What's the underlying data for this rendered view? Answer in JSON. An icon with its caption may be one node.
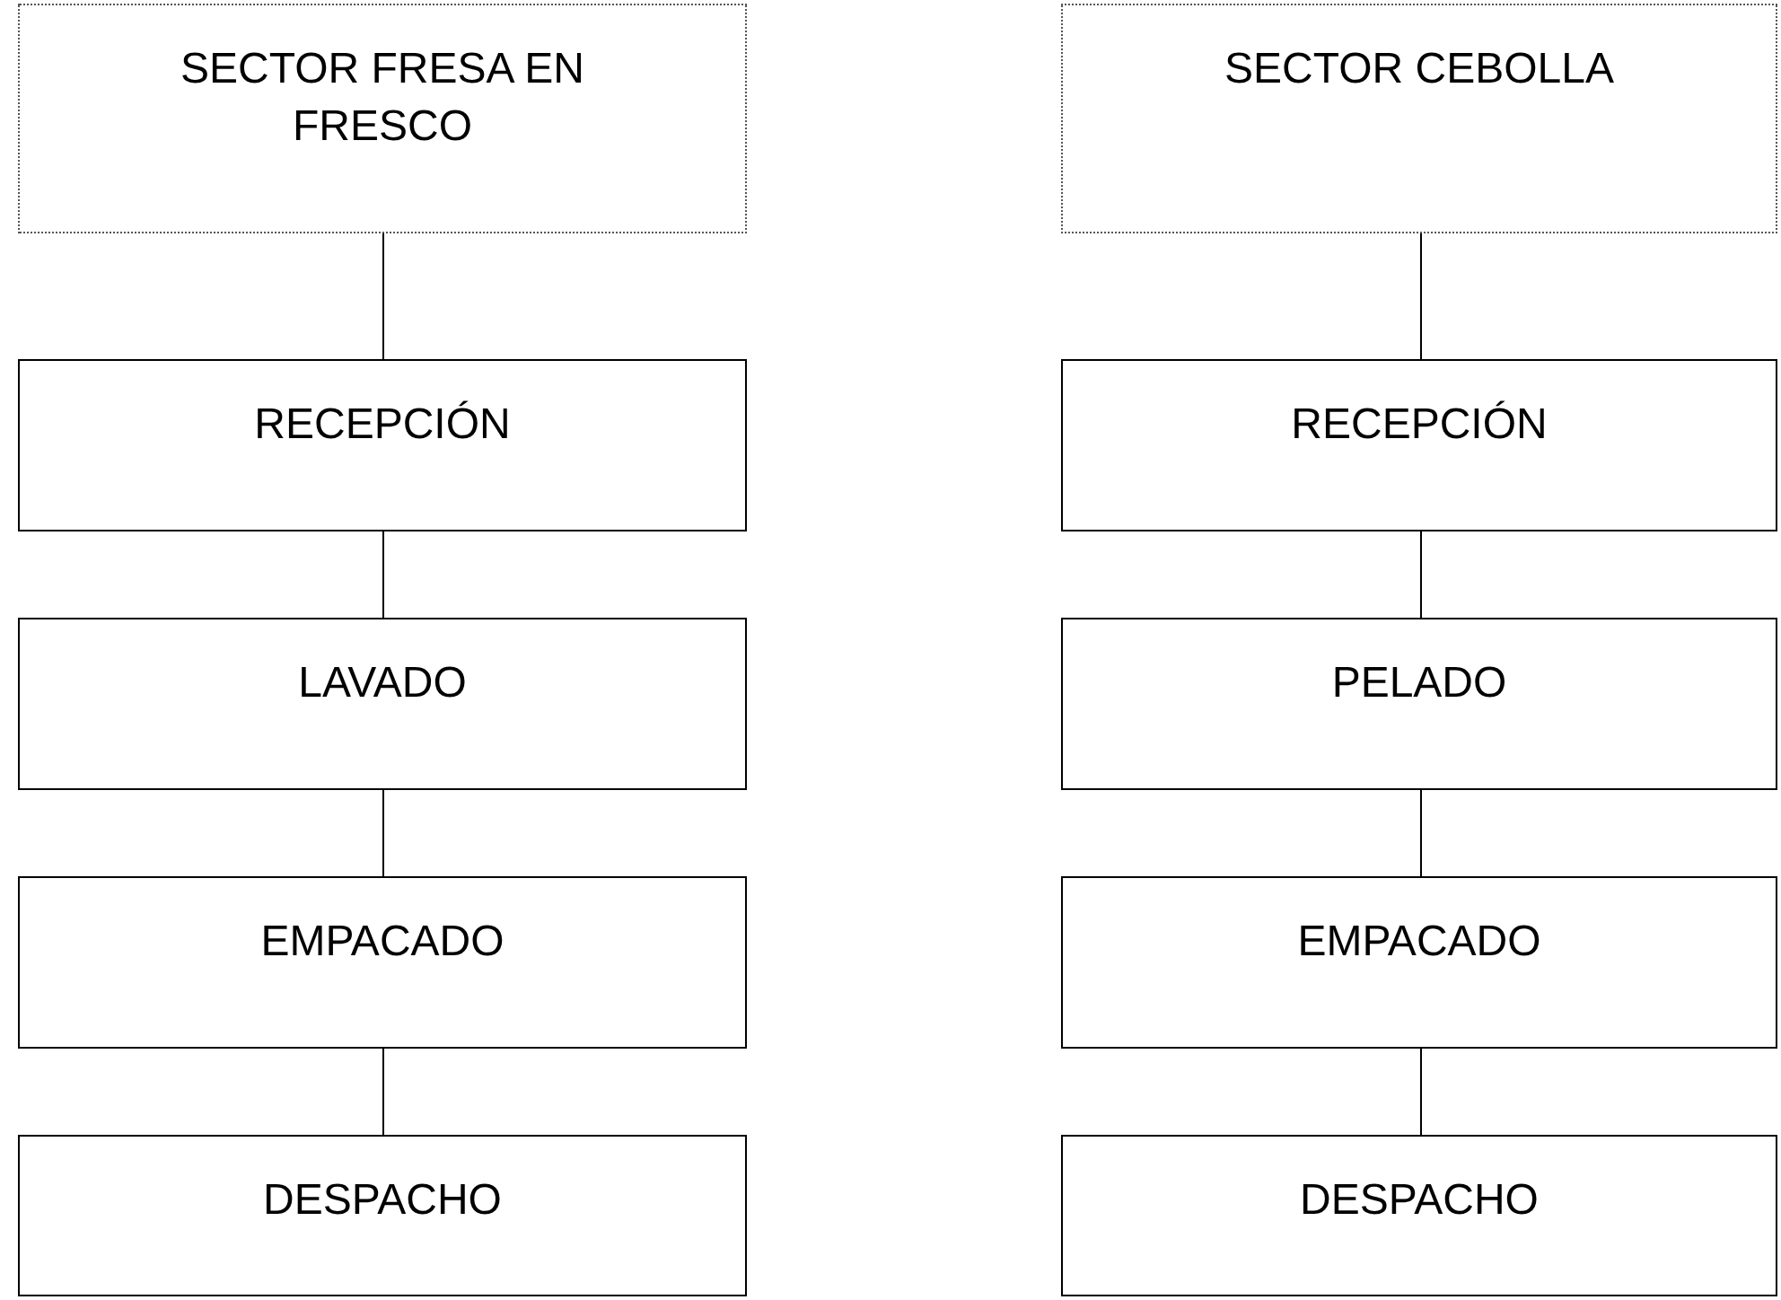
{
  "diagram": {
    "nodes": [
      {
        "text": [
          "SECTOR FRESA EN FRESCO"
        ]
      },
      {
        "text": [
          "RECEPCIÓN"
        ]
      },
      {
        "text": [
          "LAVADO"
        ]
      },
      {
        "text": [
          "EMPACADO"
        ]
      },
      {
        "text": [
          "DESPACHO"
        ]
      },
      {
        "text": [
          "SECTOR CEBOLLA"
        ]
      },
      {
        "text": [
          "RECEPCIÓN"
        ]
      },
      {
        "text": [
          "PELADO"
        ]
      },
      {
        "text": [
          "EMPACADO"
        ]
      },
      {
        "text": [
          "DESPACHO"
        ]
      }
    ],
    "edges": [
      {
        "from": 0,
        "to": 1,
        "arrow": "none"
      },
      {
        "from": 1,
        "to": 2,
        "arrow": "none"
      },
      {
        "from": 2,
        "to": 3,
        "arrow": "none"
      },
      {
        "from": 3,
        "to": 4,
        "arrow": "none"
      },
      {
        "from": 5,
        "to": 6,
        "arrow": "none"
      },
      {
        "from": 6,
        "to": 7,
        "arrow": "none"
      },
      {
        "from": 7,
        "to": 8,
        "arrow": "none"
      },
      {
        "from": 8,
        "to": 9,
        "arrow": "none"
      }
    ]
  }
}
